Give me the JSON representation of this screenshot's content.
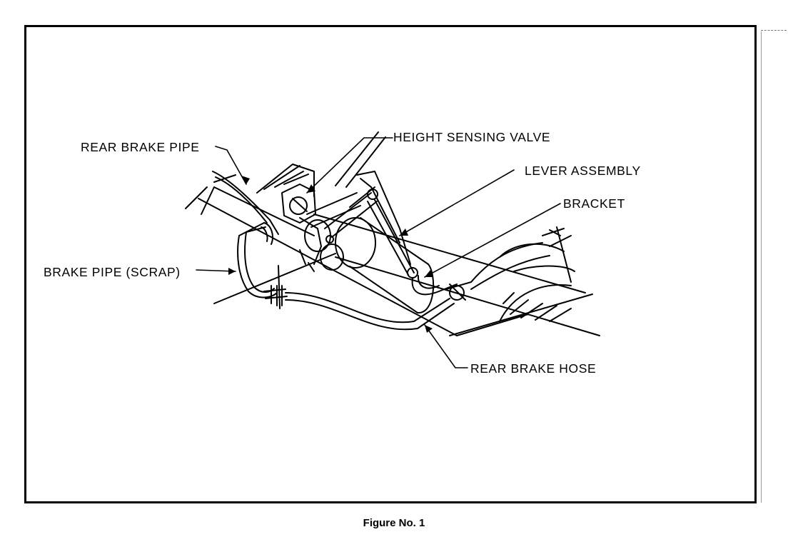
{
  "labels": {
    "rear_brake_pipe": "REAR BRAKE PIPE",
    "height_sensing_valve": "HEIGHT SENSING VALVE",
    "lever_assembly": "LEVER ASSEMBLY",
    "bracket": "BRACKET",
    "brake_pipe_scrap": "BRAKE PIPE (SCRAP)",
    "rear_brake_hose": "REAR BRAKE HOSE"
  },
  "caption": "Figure No. 1",
  "colors": {
    "ink": "#000000",
    "paper": "#ffffff"
  }
}
